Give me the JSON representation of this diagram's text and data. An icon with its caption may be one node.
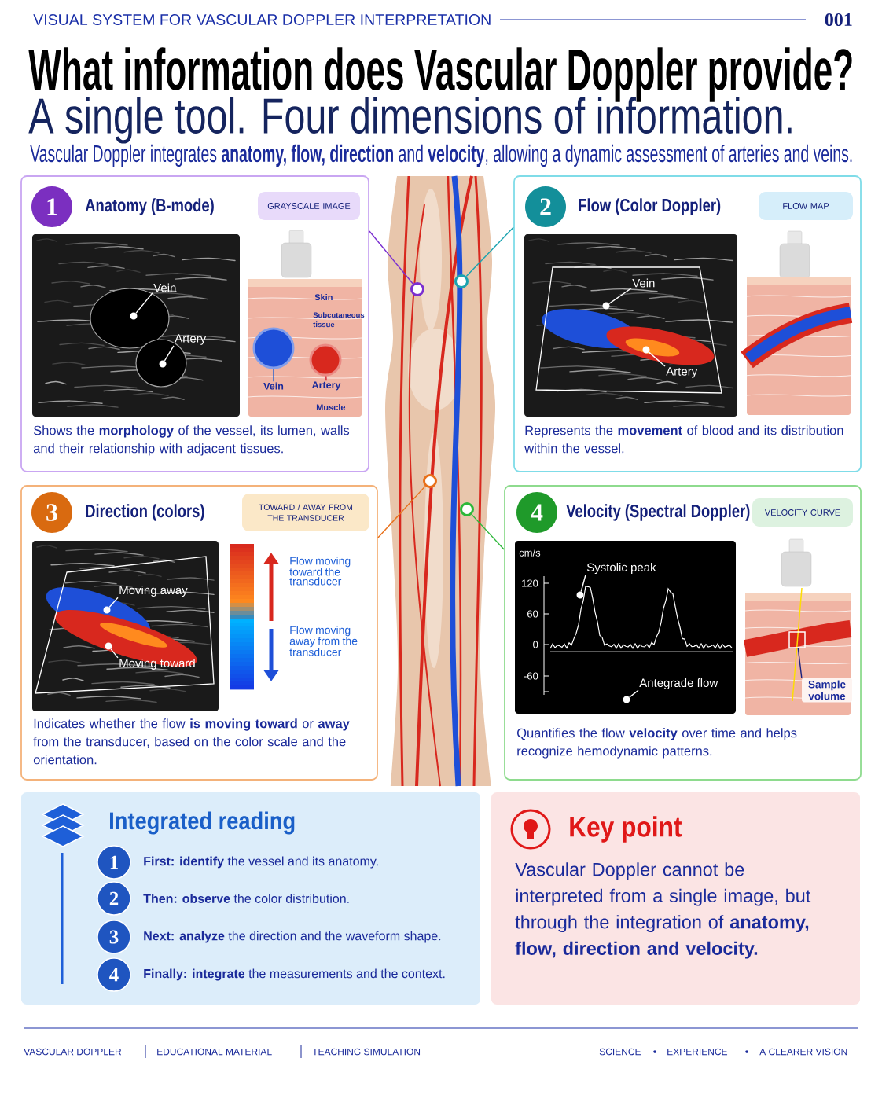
{
  "diagram": {
    "title": "What information does Vascular Doppler provide?",
    "nodes": [
      {
        "text": [
          "Anatomy (B-mode)",
          "Shows the **morphology** of the vessel, its lumen, walls and their relationship with adjacent tissues."
        ]
      },
      {
        "text": [
          "1"
        ],
        "in": 0
      },
      {
        "text": [
          "GRAYSCALE IMAGE"
        ],
        "in": 0
      },
      {
        "text": [
          "Vein"
        ],
        "in": 0
      },
      {
        "text": [
          "Artery"
        ],
        "in": 0
      },
      {
        "text": [
          "Vein"
        ],
        "in": 0
      },
      {
        "text": [
          "Artery"
        ],
        "in": 0
      },
      {
        "text": [
          "Flow (Color Doppler)",
          "Represents the **movement** of blood and its distribution within the vessel."
        ]
      },
      {
        "text": [
          "2"
        ],
        "in": 7
      },
      {
        "text": [
          "FLOW MAP"
        ],
        "in": 7
      },
      {
        "text": [
          "Vein"
        ],
        "in": 7
      },
      {
        "text": [
          "Artery"
        ],
        "in": 7
      },
      {
        "text": [],
        "shape": "picture"
      },
      {
        "text": [],
        "shape": "circle",
        "in": 12
      },
      {
        "text": [],
        "shape": "circle",
        "in": 12
      },
      {
        "text": [],
        "shape": "circle",
        "in": 12
      },
      {
        "text": [],
        "shape": "circle",
        "in": 12
      },
      {
        "text": [
          "Direction (colors)",
          "Indicates whether the flow **is moving toward** or **away** from the transducer, based on the color scale and the orientation."
        ]
      },
      {
        "text": [
          "3"
        ],
        "in": 17
      },
      {
        "text": [
          "TOWARD / AWAY FROM THE TRANSDUCER"
        ],
        "in": 17
      },
      {
        "text": [
          "Moving away"
        ],
        "in": 17
      },
      {
        "text": [
          "Moving toward"
        ],
        "in": 17
      },
      {
        "text": [
          "Velocity (Spectral Doppler)",
          "Quantifies the flow **velocity** over time and helps recognize hemodynamic patterns."
        ]
      },
      {
        "text": [
          "4"
        ],
        "in": 22
      },
      {
        "text": [
          "VELOCITY CURVE"
        ],
        "in": 22
      },
      {
        "text": [
          "Systolic peak"
        ],
        "in": 22
      },
      {
        "text": [
          "Antegrade flow"
        ],
        "in": 22
      },
      {
        "text": [
          "Sample volume"
        ],
        "in": 22
      },
      {
        "text": [
          "Integrated reading"
        ]
      },
      {
        "text": [
          "1"
        ],
        "in": 28,
        "beside": [
          "**First: identify** the vessel and its anatomy."
        ]
      },
      {
        "text": [
          "2"
        ],
        "in": 28,
        "beside": [
          "**Then: observe** the color distribution."
        ]
      },
      {
        "text": [
          "3"
        ],
        "in": 28,
        "beside": [
          "**Next: analyze** the direction and the waveform shape."
        ]
      },
      {
        "text": [
          "4"
        ],
        "in": 28,
        "beside": [
          "**Finally: integrate** the measurements and the context."
        ]
      },
      {
        "text": [
          "Key point",
          "Vascular Doppler cannot be interpreted from a single image, but through the integration of **anatomy, flow, direction and velocity.**"
        ]
      },
      {
        "text": [],
        "shape": "circle",
        "in": 0
      },
      {
        "text": [],
        "shape": "circle",
        "in": 0
      },
      {
        "text": [],
        "shape": "circle",
        "in": 0
      },
      {
        "text": [],
        "shape": "circle",
        "in": 0
      },
      {
        "text": [],
        "shape": "circle",
        "in": 7
      },
      {
        "text": [],
        "shape": "circle",
        "in": 7
      },
      {
        "text": [],
        "shape": "circle",
        "in": 17
      },
      {
        "text": [],
        "shape": "circle",
        "in": 17
      },
      {
        "text": [],
        "shape": "circle",
        "in": 22
      },
      {
        "text": [],
        "shape": "circle",
        "in": 22
      },
      {
        "text": [],
        "shape": "box",
        "in": 22
      }
    ],
    "edges": [
      {
        "from": 0,
        "to": 13,
        "arrow": "none",
        "color": "#7b2fd0"
      },
      {
        "from": 7,
        "to": 14,
        "arrow": "none",
        "color": "#1aa3b0"
      },
      {
        "from": 17,
        "to": 15,
        "arrow": "none",
        "color": "#e8701a"
      },
      {
        "from": 22,
        "to": 16,
        "arrow": "none",
        "color": "#2db83a"
      },
      {
        "from": 3,
        "to": 34,
        "arrow": "none"
      },
      {
        "from": 4,
        "to": 35,
        "arrow": "none"
      },
      {
        "from": 5,
        "to": 36,
        "arrow": "none",
        "color": "#1f5fd0"
      },
      {
        "from": 6,
        "to": 37,
        "arrow": "none",
        "color": "#d02030"
      },
      {
        "from": 10,
        "to": 38,
        "arrow": "none"
      },
      {
        "from": 11,
        "to": 39,
        "arrow": "none"
      },
      {
        "from": 20,
        "to": 40,
        "arrow": "none"
      },
      {
        "from": 21,
        "to": 41,
        "arrow": "none"
      },
      {
        "from": 25,
        "to": 42,
        "arrow": "none"
      },
      {
        "from": 26,
        "to": 43,
        "arrow": "none"
      },
      {
        "from": 27,
        "to": 44,
        "arrow": "none",
        "color": "#1a237e"
      }
    ],
    "labels": [
      "VISUAL SYSTEM FOR VASCULAR DOPPLER INTERPRETATION",
      "001",
      "A single tool. Four dimensions of information.",
      "Vascular Doppler integrates **anatomy, flow, direction** and **velocity**, allowing a dynamic assessment of arteries and veins.",
      "Skin",
      "Subcutaneous tissue",
      "Muscle",
      "Flow moving toward the transducer",
      "Flow moving away from the transducer",
      "cm/s",
      "120",
      "60",
      "0",
      "-60",
      "VASCULAR DOPPLER",
      "EDUCATIONAL MATERIAL",
      "TEACHING SIMULATION",
      "SCIENCE",
      "EXPERIENCE",
      "A CLEARER VISION"
    ]
  }
}
